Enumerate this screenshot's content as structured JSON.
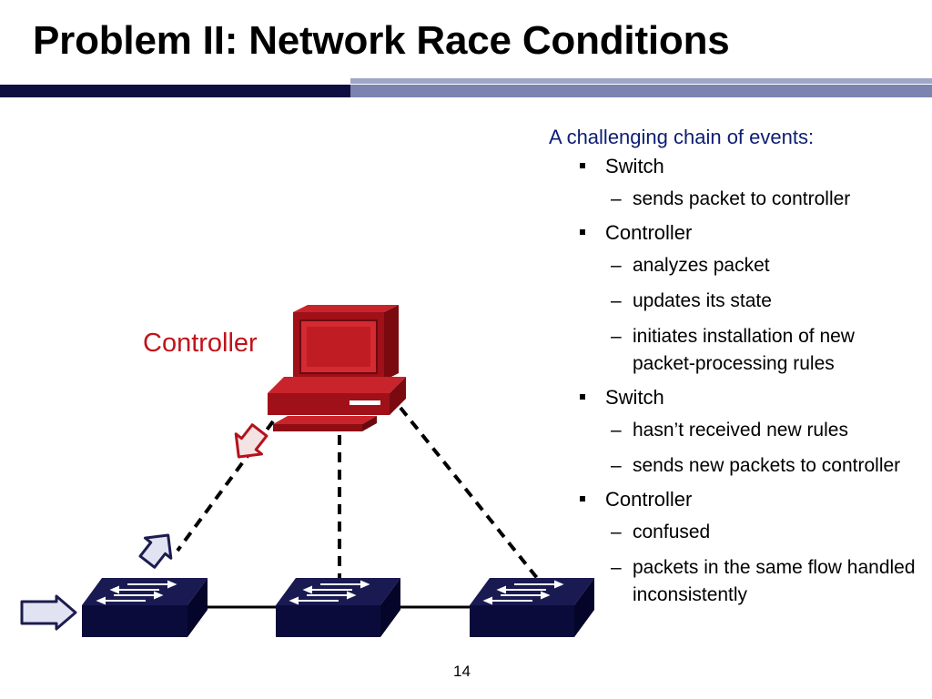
{
  "slide": {
    "title": "Problem II: Network Race Conditions",
    "page_number": "14"
  },
  "diagram": {
    "controller_label": "Controller"
  },
  "bullets": {
    "intro": "A challenging chain of events:",
    "items": [
      {
        "label": "Switch",
        "subs": [
          "sends packet to controller"
        ]
      },
      {
        "label": "Controller",
        "subs": [
          "analyzes packet",
          "updates its state",
          "initiates installation of new packet-processing rules"
        ]
      },
      {
        "label": "Switch",
        "subs": [
          "hasn’t received new rules",
          "sends new packets to controller"
        ]
      },
      {
        "label": "Controller",
        "subs": [
          "confused",
          "packets in the same flow handled inconsistently"
        ]
      }
    ]
  },
  "colors": {
    "controller_red": "#b5121b",
    "switch_navy": "#0b0b3b",
    "title_bar": "#0e0e40",
    "intro_blue": "#0e1d73"
  },
  "icons": [
    "computer-icon",
    "switch-icon",
    "arrow-icon"
  ]
}
